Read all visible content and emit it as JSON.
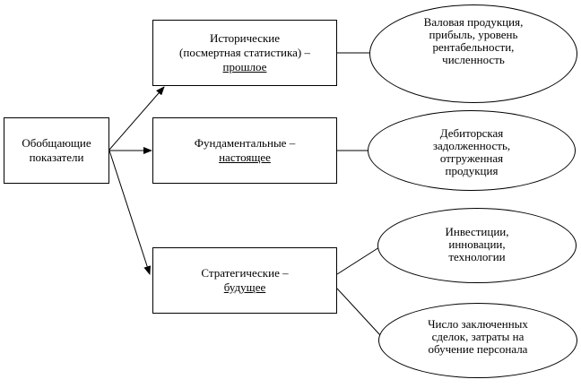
{
  "summary": {
    "lines": [
      "Обобщающие",
      "показатели"
    ]
  },
  "historical": {
    "line1": "Исторические",
    "line2": "(посмертная статистика) –",
    "line3": "прошлое"
  },
  "fundamental": {
    "line1": "Фундаментальные –",
    "line2": "настоящее"
  },
  "strategic": {
    "line1": "Стратегические –",
    "line2": "будущее"
  },
  "ellipses": [
    {
      "lines": [
        "Валовая продукция,",
        "прибыль, уровень",
        "рентабельности,",
        "численность"
      ]
    },
    {
      "lines": [
        "Дебиторская",
        "задолженность,",
        "отгруженная",
        "продукция"
      ]
    },
    {
      "lines": [
        "Инвестиции,",
        "инновации,",
        "технологии"
      ]
    },
    {
      "lines": [
        "Число заключенных",
        "сделок, затраты на",
        "обучение персонала"
      ]
    }
  ]
}
